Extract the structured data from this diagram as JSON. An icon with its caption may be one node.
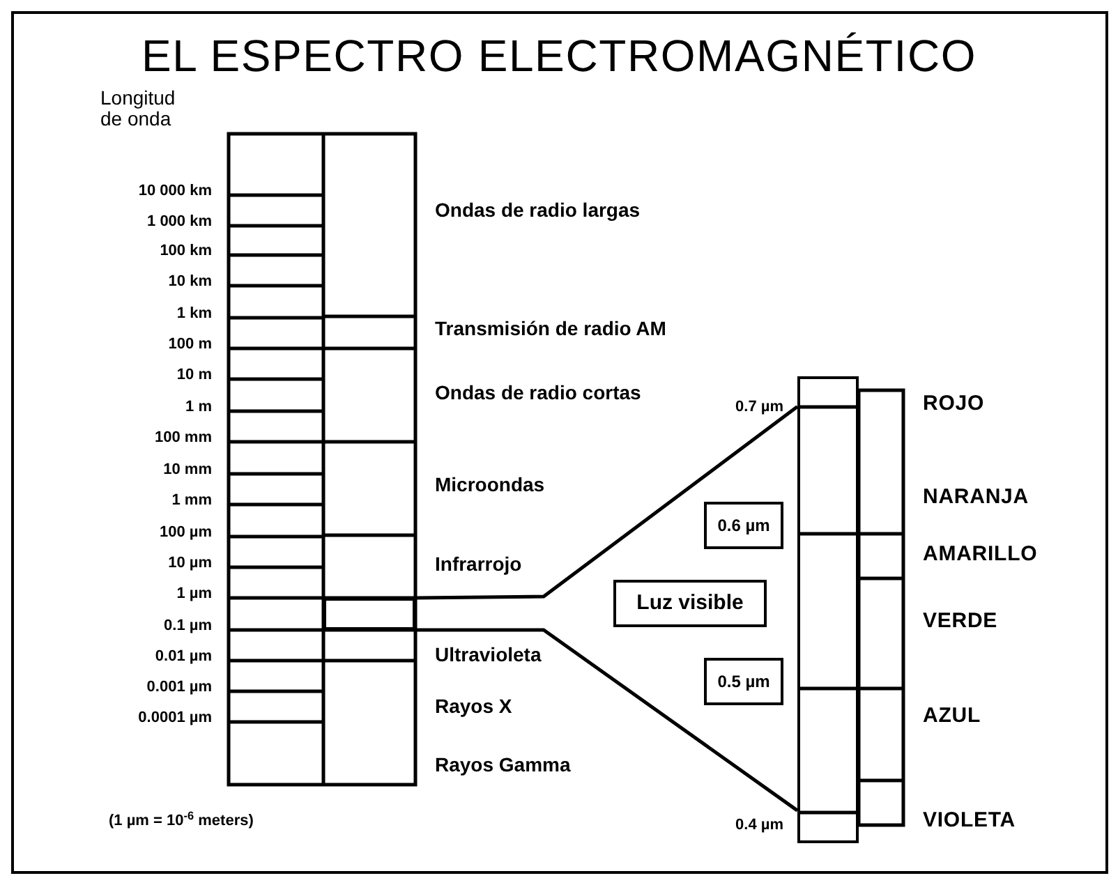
{
  "diagram": {
    "title": "EL ESPECTRO ELECTROMAGNÉTICO",
    "nodes": [
      {
        "text": [
          "Luz visible"
        ]
      },
      {
        "text": [
          "0.6 µm"
        ]
      },
      {
        "text": [
          "0.5 µm"
        ]
      },
      {
        "text": [],
        "shape": "box"
      },
      {
        "text": [],
        "shape": "box"
      }
    ],
    "edges": [
      {
        "from": 3,
        "to": 4,
        "arrow": "none"
      },
      {
        "from": 3,
        "to": 4,
        "arrow": "none"
      }
    ],
    "labels": [
      "Longitud de onda",
      "10 000 km",
      "1 000 km",
      "100 km",
      "10 km",
      "1 km",
      "100 m",
      "10 m",
      "1 m",
      "100 mm",
      "10 mm",
      "1 mm",
      "100 µm",
      "10 µm",
      "1 µm",
      "0.1 µm",
      "0.01 µm",
      "0.001 µm",
      "0.0001 µm",
      "Ondas de radio largas",
      "Transmisión de radio AM",
      "Ondas de radio cortas",
      "Microondas",
      "Infrarrojo",
      "Ultravioleta",
      "Rayos X",
      "Rayos Gamma",
      "0.7 µm",
      "ROJO",
      "NARANJA",
      "AMARILLO",
      "VERDE",
      "AZUL",
      "0.4 µm",
      "VIOLETA",
      "(1 µm = 10$^{-6}$ meters)"
    ]
  }
}
